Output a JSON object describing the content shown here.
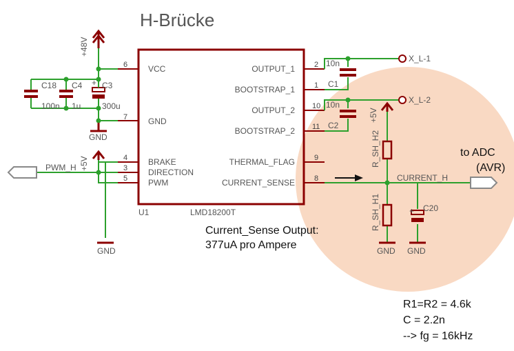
{
  "title": "H-Brücke",
  "chip": {
    "name": "U1",
    "part": "LMD18200T",
    "left_pins": [
      {
        "num": "6",
        "name": "VCC"
      },
      {
        "num": "7",
        "name": "GND"
      },
      {
        "num": "4",
        "name": "BRAKE"
      },
      {
        "num": "3",
        "name": "DIRECTION"
      },
      {
        "num": "5",
        "name": "PWM"
      }
    ],
    "right_pins": [
      {
        "num": "2",
        "name": "OUTPUT_1"
      },
      {
        "num": "1",
        "name": "BOOTSTRAP_1"
      },
      {
        "num": "10",
        "name": "OUTPUT_2"
      },
      {
        "num": "11",
        "name": "BOOTSTRAP_2"
      },
      {
        "num": "9",
        "name": "THERMAL_FLAG"
      },
      {
        "num": "8",
        "name": "CURRENT_SENSE"
      }
    ]
  },
  "supply": {
    "vplus48": "+48V",
    "vplus5_pwm": "+5V",
    "vplus5_shunt": "+5V",
    "gnd": "GND"
  },
  "caps": {
    "c18_name": "C18",
    "c18_val": "100n",
    "c4_name": "C4",
    "c4_val": "1u",
    "c3_name": "C3",
    "c3_val": "300u",
    "c1_name": "C1",
    "c1_val": "10n",
    "c2_name": "C2",
    "c2_val": "10n",
    "c20_name": "C20"
  },
  "resistors": {
    "r_top": "R_SH_H2",
    "r_bot": "R_SH_H1"
  },
  "nets": {
    "pwm": "PWM_H",
    "current": "CURRENT_H"
  },
  "connectors": {
    "xl1": "X_L-1",
    "xl2": "X_L-2"
  },
  "annotations": {
    "to_adc": "to ADC",
    "avr": "(AVR)",
    "cs_line1": "Current_Sense Output:",
    "cs_line2": "377uA pro Ampere",
    "formula1": "R1=R2 = 4.6k",
    "formula2": "C = 2.2n",
    "formula3": "--> fg = 16kHz"
  },
  "colors": {
    "wire": "#2ca02c",
    "component": "#8b0000",
    "highlight": "#f9d9c3"
  }
}
